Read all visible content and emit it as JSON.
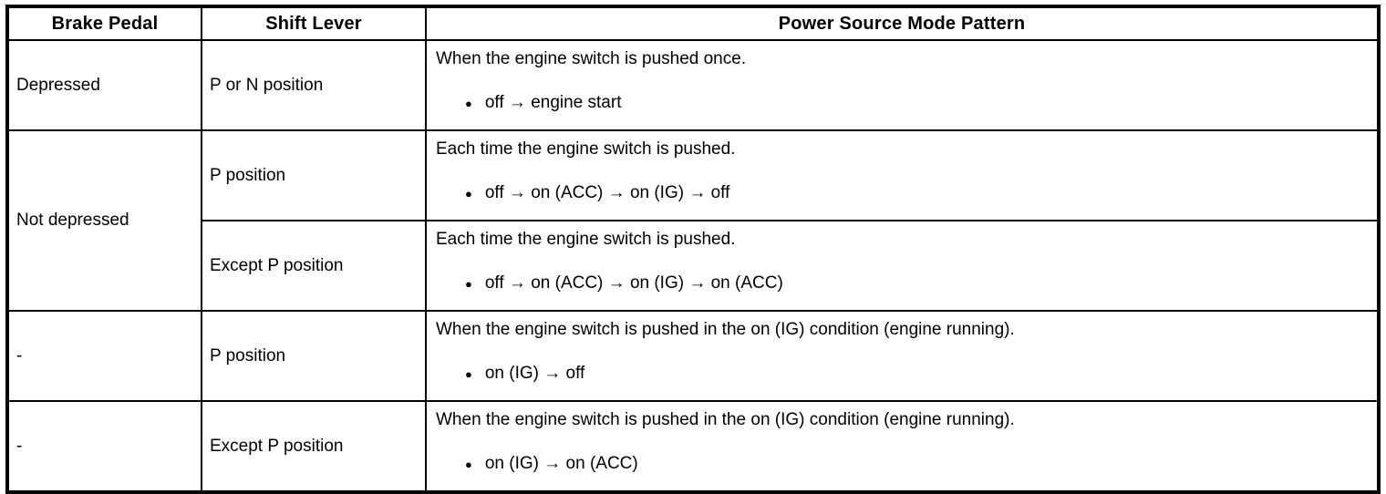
{
  "table": {
    "bullet": "●",
    "headers": {
      "brake_pedal": "Brake Pedal",
      "shift_lever": "Shift Lever",
      "pattern": "Power Source Mode Pattern"
    },
    "rows": [
      {
        "brake_pedal": "Depressed",
        "shift_lever": "P or N position",
        "condition": "When the engine switch is pushed once.",
        "sequence": "off → engine start"
      },
      {
        "brake_pedal": "Not depressed",
        "shift_lever": "P position",
        "condition": "Each time the engine switch is pushed.",
        "sequence": "off → on (ACC) → on (IG) → off"
      },
      {
        "shift_lever": "Except P position",
        "condition": "Each time the engine switch is pushed.",
        "sequence": "off → on (ACC) → on (IG) → on (ACC)"
      },
      {
        "brake_pedal": "-",
        "shift_lever": "P position",
        "condition": "When the engine switch is pushed in the on (IG) condition (engine running).",
        "sequence": "on (IG) → off"
      },
      {
        "brake_pedal": "-",
        "shift_lever": "Except P position",
        "condition": "When the engine switch is pushed in the on (IG) condition (engine running).",
        "sequence": "on (IG) → on (ACC)"
      }
    ]
  }
}
